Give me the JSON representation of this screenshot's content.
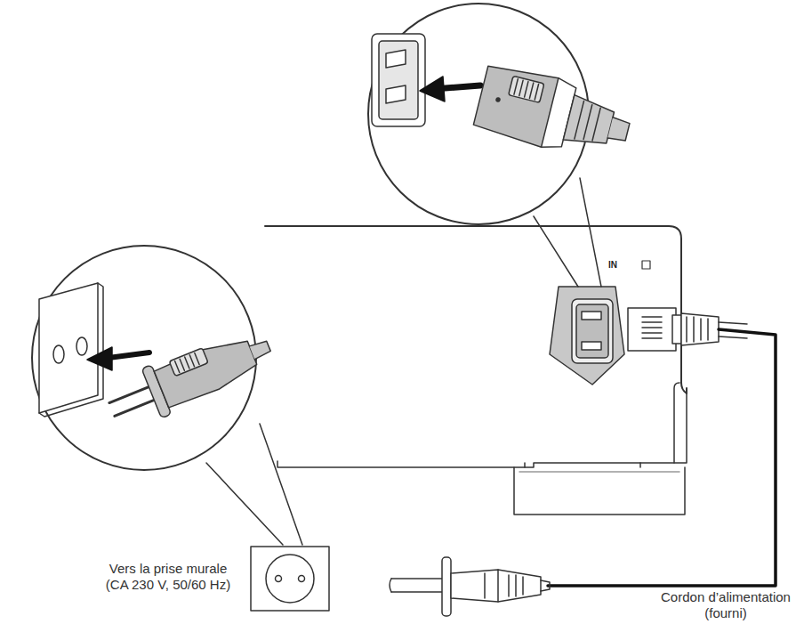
{
  "diagram": {
    "labels": [
      "Vers la prise murale (CA 230 V, 50/60 Hz)",
      "Cordon d’alimentation (fourni)",
      "IN"
    ]
  }
}
